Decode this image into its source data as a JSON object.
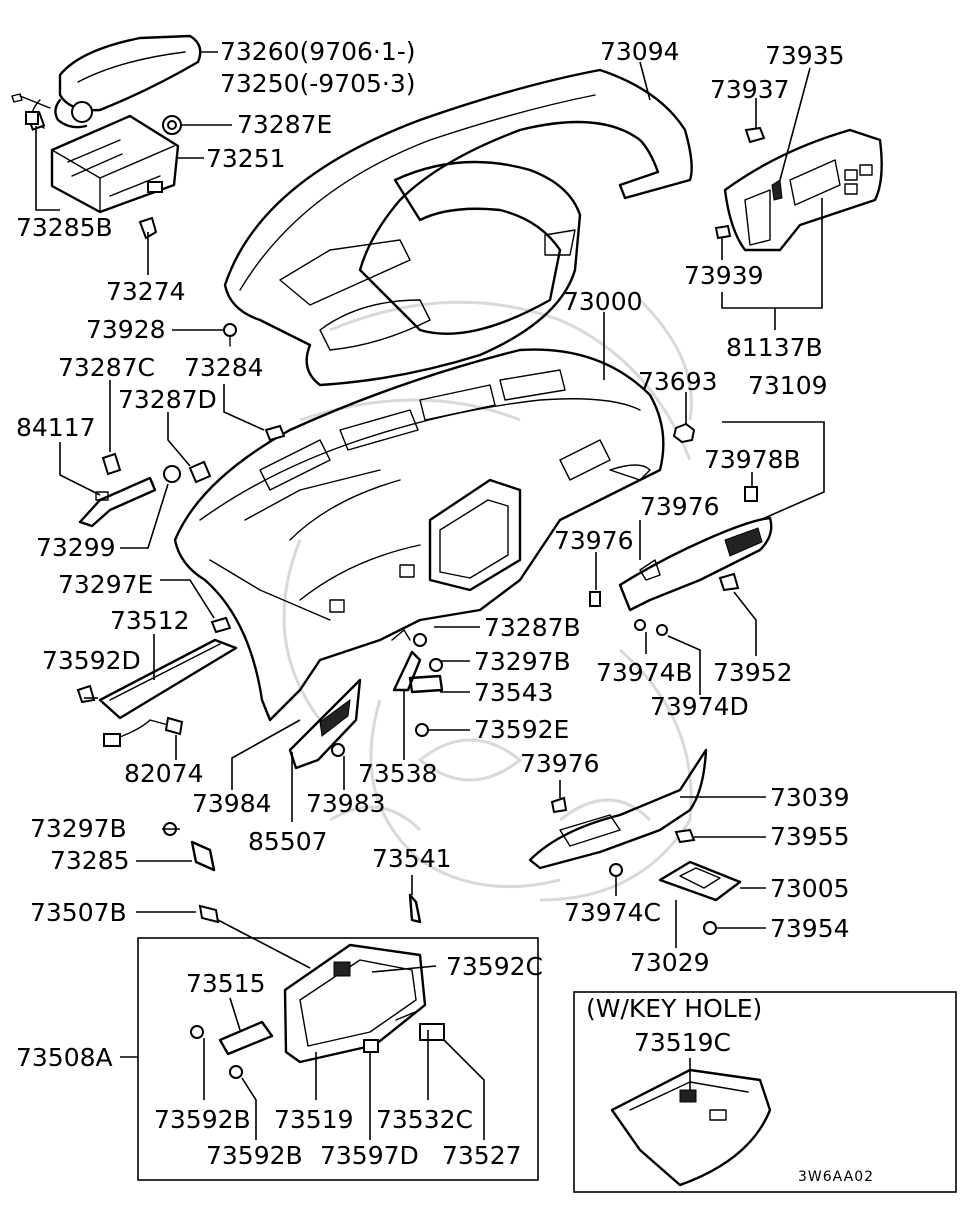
{
  "diagram": {
    "code": "3W6AA02",
    "keyhole_box_title": "(W/KEY HOLE)",
    "labels": {
      "p73260": "73260(9706·1-)",
      "p73250": "73250(-9705·3)",
      "p73094": "73094",
      "p73935": "73935",
      "p73937": "73937",
      "p73287E": "73287E",
      "p73251": "73251",
      "p73285B": "73285B",
      "p73274": "73274",
      "p73939": "73939",
      "p73928": "73928",
      "p73000": "73000",
      "p81137B": "81137B",
      "p73287C": "73287C",
      "p73284": "73284",
      "p73693": "73693",
      "p73109": "73109",
      "p73287D": "73287D",
      "p84117": "84117",
      "p73978B": "73978B",
      "p73976a": "73976",
      "p73299": "73299",
      "p73976b": "73976",
      "p73297E": "73297E",
      "p73512": "73512",
      "p73287B": "73287B",
      "p73592D": "73592D",
      "p73297Ba": "73297B",
      "p73974B": "73974B",
      "p73952": "73952",
      "p73543": "73543",
      "p73974D": "73974D",
      "p73592E": "73592E",
      "p82074": "82074",
      "p73538": "73538",
      "p73976c": "73976",
      "p73984": "73984",
      "p73983": "73983",
      "p73039": "73039",
      "p73297Bb": "73297B",
      "p85507": "85507",
      "p73955": "73955",
      "p73285": "73285",
      "p73541": "73541",
      "p73005": "73005",
      "p73507B": "73507B",
      "p73974C": "73974C",
      "p73954": "73954",
      "p73029": "73029",
      "p73592C": "73592C",
      "p73515": "73515",
      "p73519C": "73519C",
      "p73508A": "73508A",
      "p73592Ba": "73592B",
      "p73519": "73519",
      "p73532C": "73532C",
      "p73592Bb": "73592B",
      "p73597D": "73597D",
      "p73527": "73527"
    }
  }
}
